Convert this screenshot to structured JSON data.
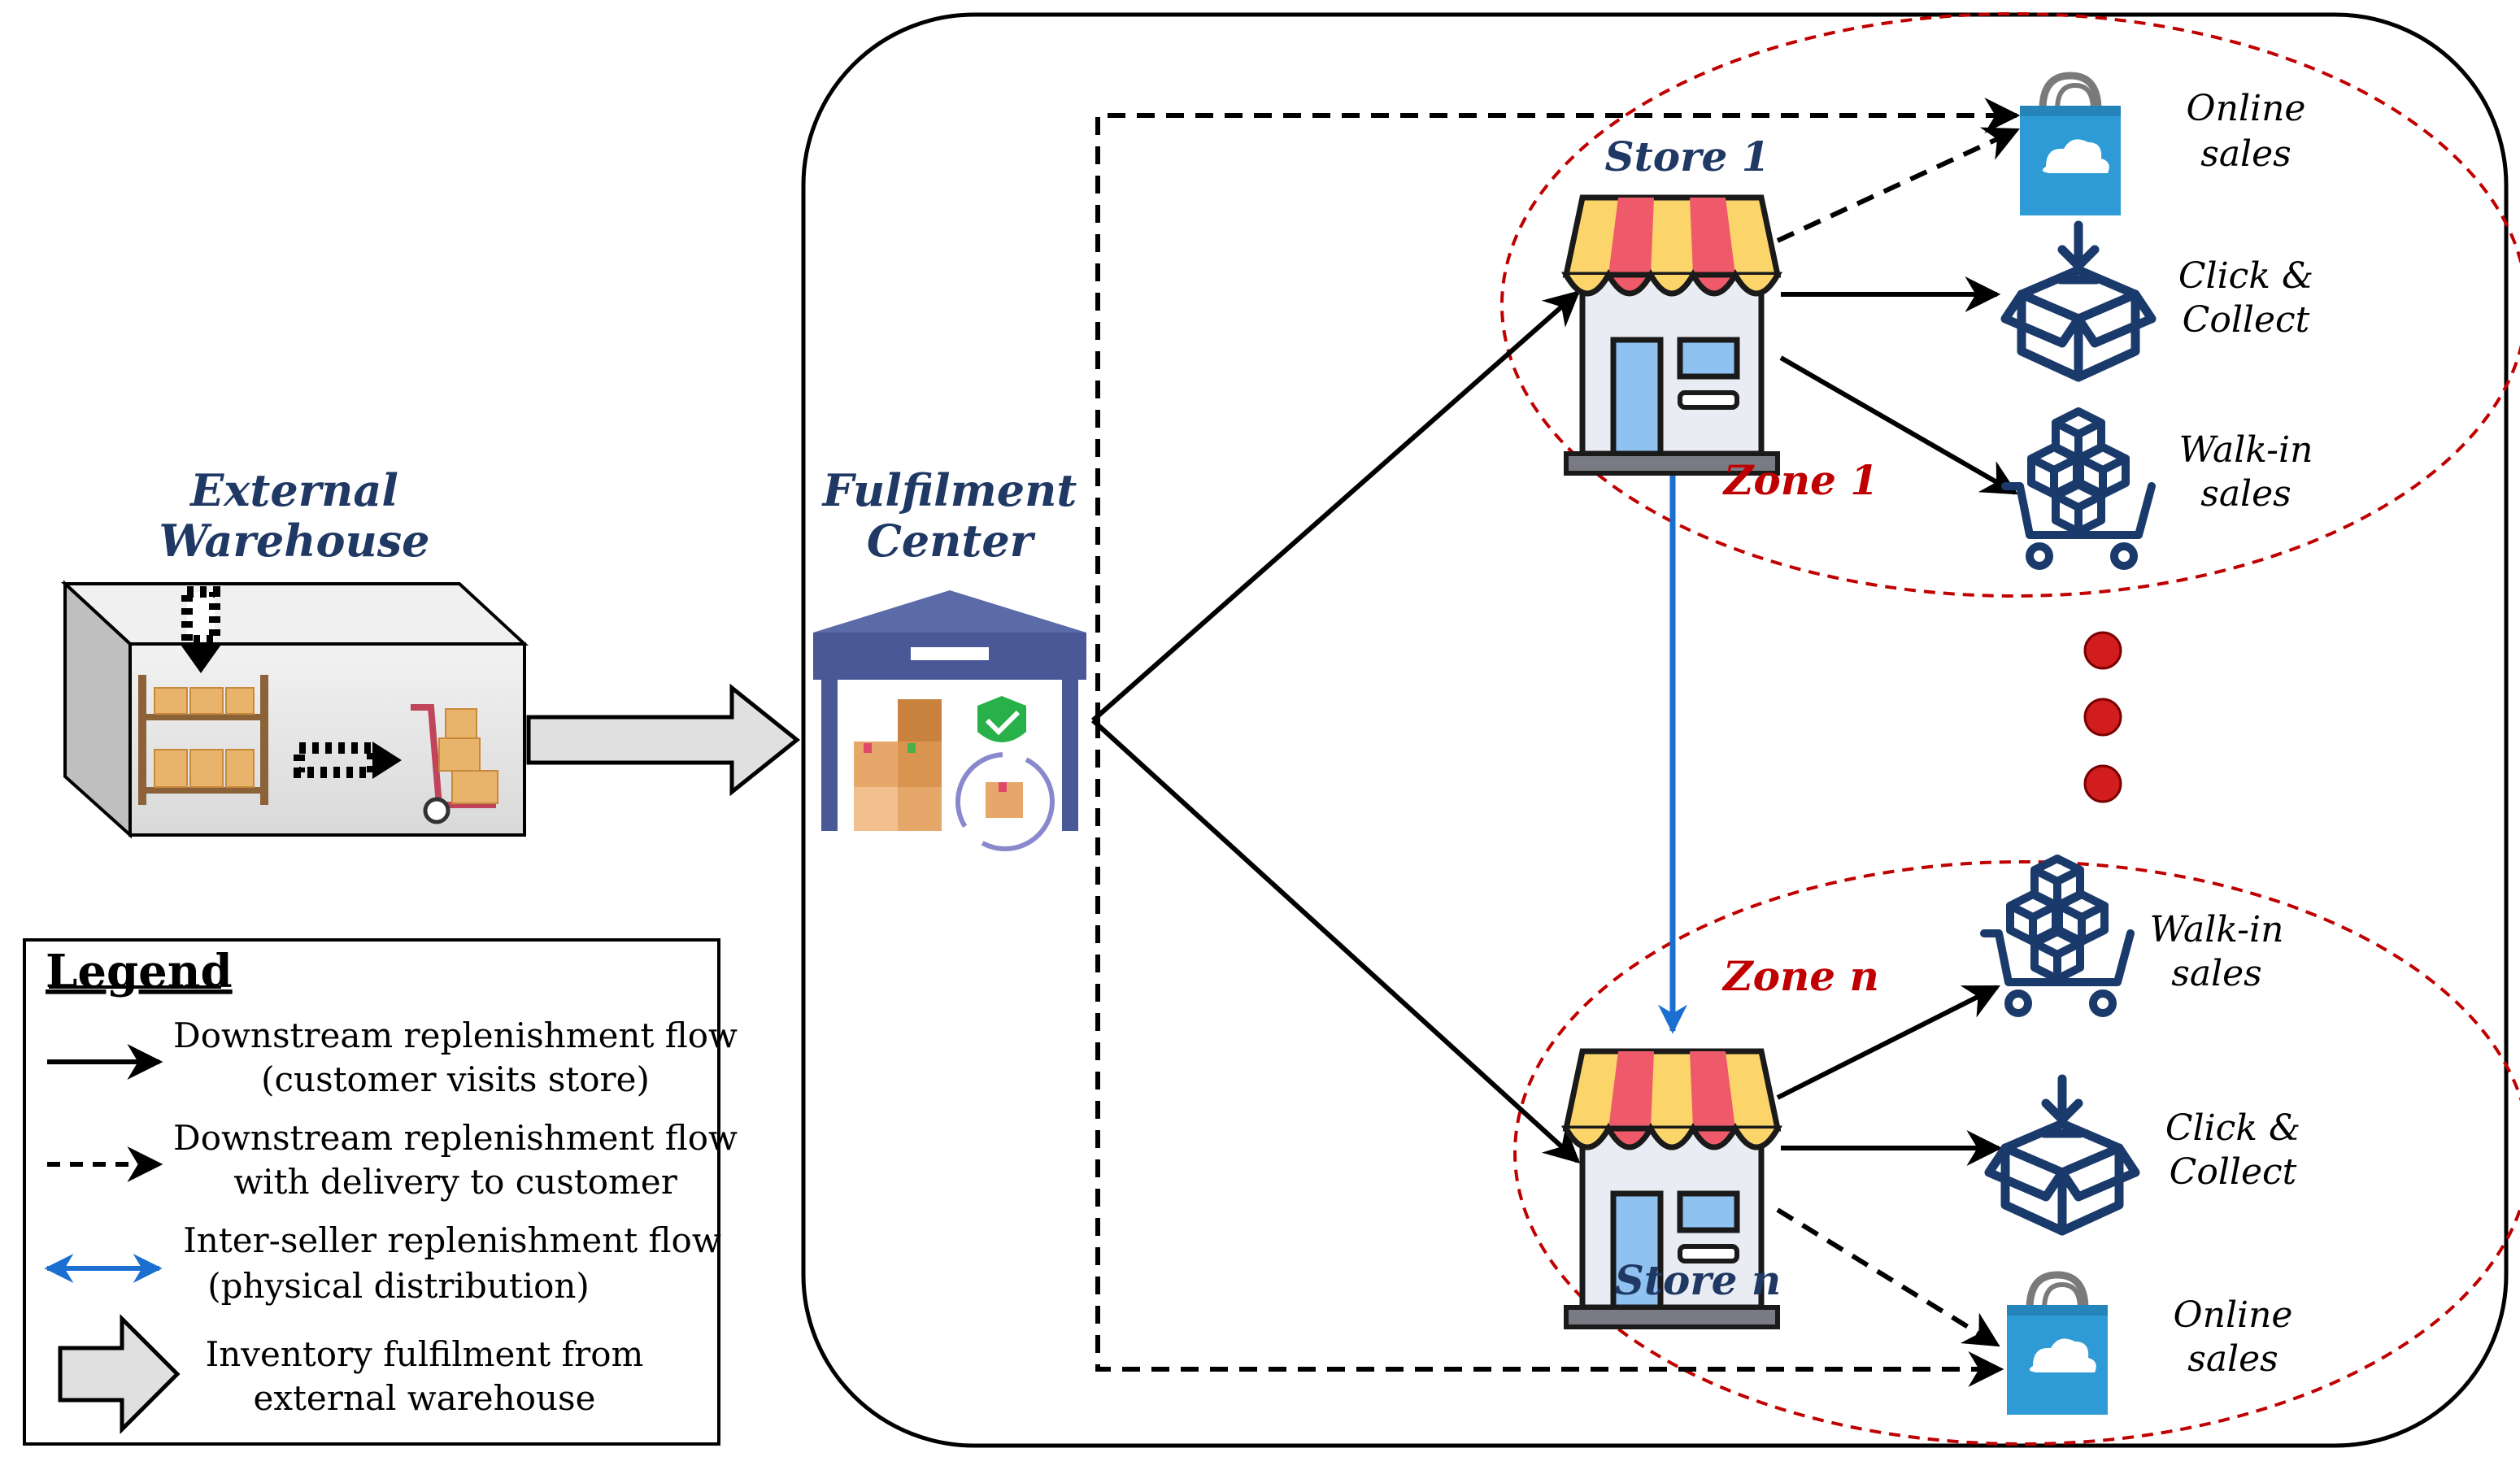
{
  "external_warehouse": {
    "line1": "External",
    "line2": "Warehouse"
  },
  "fulfilment_center": {
    "line1": "Fulfilment",
    "line2": "Center"
  },
  "store_1": {
    "name": "Store 1",
    "zone": "Zone 1"
  },
  "store_n": {
    "name": "Store n",
    "zone": "Zone n"
  },
  "channels_store_1": {
    "online": [
      "Online",
      "sales"
    ],
    "click_collect": [
      "Click &",
      "Collect"
    ],
    "walk_in": [
      "Walk-in",
      "sales"
    ]
  },
  "channels_store_n": {
    "walk_in": [
      "Walk-in",
      "sales"
    ],
    "click_collect": [
      "Click &",
      "Collect"
    ],
    "online": [
      "Online",
      "sales"
    ]
  },
  "legend": {
    "title": "Legend",
    "items": [
      {
        "line1": "Downstream replenishment flow",
        "line2": "(customer visits store)",
        "arrow": "solid"
      },
      {
        "line1": "Downstream replenishment flow",
        "line2": "with delivery to customer",
        "arrow": "dashed"
      },
      {
        "line1": "Inter-seller replenishment flow",
        "line2": "(physical distribution)",
        "arrow": "double-blue"
      },
      {
        "line1": "Inventory fulfilment from",
        "line2": "external warehouse",
        "arrow": "block"
      }
    ]
  },
  "colors": {
    "title_blue": "#1f3864",
    "zone_red": "#c00000",
    "flow_blue": "#1a6fd0",
    "icon_navy": "#1a3a6b",
    "bag_blue": "#2e9bd6",
    "ellipsis_red": "#d11d1d"
  }
}
